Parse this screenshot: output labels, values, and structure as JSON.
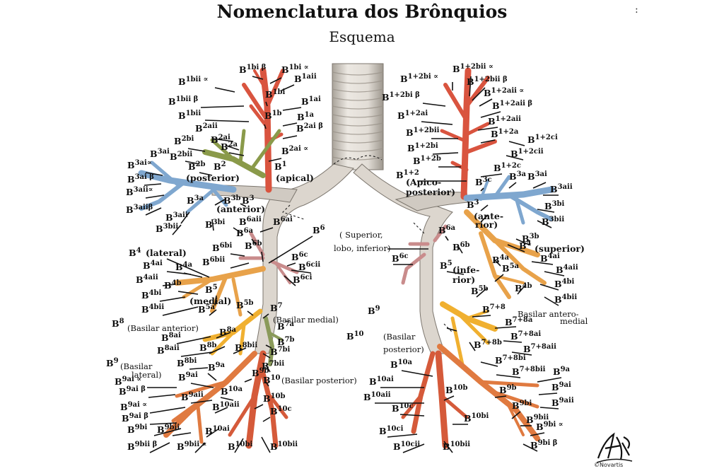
{
  "title": "Nomenclatura dos Brônquios",
  "subtitle": "Esquema",
  "corner_mark": ":",
  "credit": "©Novartis",
  "signature_text": "F. Netter",
  "colors": {
    "apical": "#d9543f",
    "posterior": "#8a9a4a",
    "anterior": "#7fa7cf",
    "superior": "#c98c8c",
    "lingula_middle": "#e8a24a",
    "basal_anterior": "#f0b030",
    "basal_medial": "#8a9a5a",
    "basal_lateral": "#e07a40",
    "basal_posterior": "#d55a3a",
    "trachea": "#d6d0c8"
  },
  "labels": {
    "r1bib": {
      "base": "B",
      "sup": "1bi β"
    },
    "r1bia": {
      "base": "B",
      "sup": "1bi ∝"
    },
    "r1bii_a": {
      "base": "B",
      "sup": "1bii ∝"
    },
    "r1aii": {
      "base": "B",
      "sup": "1aii"
    },
    "r1bi": {
      "base": "B",
      "sup": "1bi"
    },
    "r1bii_b": {
      "base": "B",
      "sup": "1bii β"
    },
    "r1ai": {
      "base": "B",
      "sup": "1ai"
    },
    "r1bii": {
      "base": "B",
      "sup": "1bii"
    },
    "r1b": {
      "base": "B",
      "sup": "1b"
    },
    "r1a": {
      "base": "B",
      "sup": "1a"
    },
    "r2aii": {
      "base": "B",
      "sup": "2aii"
    },
    "r2aib": {
      "base": "B",
      "sup": "2ai β"
    },
    "r2ai": {
      "base": "B",
      "sup": "2ai"
    },
    "r2bi": {
      "base": "B",
      "sup": "2bi"
    },
    "r2a": {
      "base": "B",
      "sup": "2a"
    },
    "r3ai": {
      "base": "B",
      "sup": "3ai"
    },
    "r2bii": {
      "base": "B",
      "sup": "2bii"
    },
    "r2aia": {
      "base": "B",
      "sup": "2ai ∝"
    },
    "r3aia": {
      "base": "B",
      "sup": "3ai∝"
    },
    "r2b": {
      "base": "B",
      "sup": "2b"
    },
    "r2": {
      "base": "B",
      "sup": "2"
    },
    "r1": {
      "base": "B",
      "sup": "1"
    },
    "r3aib": {
      "base": "B",
      "sup": "3ai β"
    },
    "r_posterior": "(posterior)",
    "r_apical": "(apical)",
    "r3aiia": {
      "base": "B",
      "sup": "3aii∝"
    },
    "r3a": {
      "base": "B",
      "sup": "3a"
    },
    "r3b": {
      "base": "B",
      "sup": "3b"
    },
    "r3": {
      "base": "B",
      "sup": "3"
    },
    "r3aiib": {
      "base": "B",
      "sup": "3aiiβ"
    },
    "r_anterior": "(anterior)",
    "r3aii": {
      "base": "B",
      "sup": "3aii"
    },
    "r6aii": {
      "base": "B",
      "sup": "6aii"
    },
    "r6ai": {
      "base": "B",
      "sup": "6ai"
    },
    "r3bii": {
      "base": "B",
      "sup": "3bii"
    },
    "r3bi": {
      "base": "B",
      "sup": "3bi"
    },
    "r6a": {
      "base": "B",
      "sup": "6a"
    },
    "r6": {
      "base": "B",
      "sup": "6"
    },
    "r6note": "( Superior,",
    "r6note2": "lobo, inferior)",
    "r6bi": {
      "base": "B",
      "sup": "6bi"
    },
    "r6b": {
      "base": "B",
      "sup": "6b"
    },
    "r4": {
      "base": "B",
      "sup": "4"
    },
    "r_lateral": "(lateral)",
    "r6bii": {
      "base": "B",
      "sup": "6bii"
    },
    "r6c": {
      "base": "B",
      "sup": "6c"
    },
    "r4ai": {
      "base": "B",
      "sup": "4ai"
    },
    "r4a": {
      "base": "B",
      "sup": "4a"
    },
    "r6cii": {
      "base": "B",
      "sup": "6cii"
    },
    "r4aii": {
      "base": "B",
      "sup": "4aii"
    },
    "r4b": {
      "base": "B",
      "sup": "4b"
    },
    "r6ci": {
      "base": "B",
      "sup": "6ci"
    },
    "r4bi": {
      "base": "B",
      "sup": "4bi"
    },
    "r5": {
      "base": "B",
      "sup": "5"
    },
    "r_medial": "(medial)",
    "r4bii": {
      "base": "B",
      "sup": "4bii"
    },
    "r5a": {
      "base": "B",
      "sup": "5a"
    },
    "r5b": {
      "base": "B",
      "sup": "5b"
    },
    "r7": {
      "base": "B",
      "sup": "7"
    },
    "r8": {
      "base": "B",
      "sup": "8"
    },
    "r8note": "(Basilar anterior)",
    "r7note": "(Basilar medial)",
    "r7a": {
      "base": "B",
      "sup": "7a"
    },
    "r8a": {
      "base": "B",
      "sup": "8a"
    },
    "r8ai": {
      "base": "B",
      "sup": "8ai"
    },
    "r7b": {
      "base": "B",
      "sup": "7b"
    },
    "r8b": {
      "base": "B",
      "sup": "8b"
    },
    "r8aii": {
      "base": "B",
      "sup": "8aii"
    },
    "r7bi": {
      "base": "B",
      "sup": "7bi"
    },
    "r8bii": {
      "base": "B",
      "sup": "8bii"
    },
    "r9": {
      "base": "B",
      "sup": "9"
    },
    "r9note": "(Basilar",
    "r9note2": "lateral)",
    "r8bi": {
      "base": "B",
      "sup": "8bi"
    },
    "r7bii": {
      "base": "B",
      "sup": "7bii"
    },
    "r9a": {
      "base": "B",
      "sup": "9a"
    },
    "r9aia": {
      "base": "B",
      "sup": "9ai ∝"
    },
    "r9ai": {
      "base": "B",
      "sup": "9ai"
    },
    "r9b": {
      "base": "B",
      "sup": "9b"
    },
    "r10": {
      "base": "B",
      "sup": "10"
    },
    "r10note": "(Basilar posterior)",
    "r9aib": {
      "base": "B",
      "sup": "9ai β"
    },
    "r10a": {
      "base": "B",
      "sup": "10a"
    },
    "r9aiia": {
      "base": "B",
      "sup": "9ai ∝"
    },
    "r9aii": {
      "base": "B",
      "sup": "9aii"
    },
    "r10b": {
      "base": "B",
      "sup": "10b"
    },
    "r9aiib": {
      "base": "B",
      "sup": "9ai β"
    },
    "r10aii": {
      "base": "B",
      "sup": "10aii"
    },
    "r10c": {
      "base": "B",
      "sup": "10c"
    },
    "r9bi": {
      "base": "B",
      "sup": "9bi"
    },
    "r9bii": {
      "base": "B",
      "sup": "9bii"
    },
    "r10ai": {
      "base": "B",
      "sup": "10ai"
    },
    "r9biib": {
      "base": "B",
      "sup": "9bii β"
    },
    "r9biia": {
      "base": "B",
      "sup": "9bii ∝"
    },
    "r10bi": {
      "base": "B",
      "sup": "10bi"
    },
    "r10bii": {
      "base": "B",
      "sup": "10bii"
    },
    "l12bia": {
      "base": "B",
      "sup": "1+2bi ∝"
    },
    "l12biia": {
      "base": "B",
      "sup": "1+2bii ∝"
    },
    "l12biib": {
      "base": "B",
      "sup": "1+2bii β"
    },
    "l12bib": {
      "base": "B",
      "sup": "1+2bi β"
    },
    "l12aiia": {
      "base": "B",
      "sup": "1+2aii ∝"
    },
    "l12aiib": {
      "base": "B",
      "sup": "1+2aii β"
    },
    "l12ai": {
      "base": "B",
      "sup": "1+2ai"
    },
    "l12aii": {
      "base": "B",
      "sup": "1+2aii"
    },
    "l12bii": {
      "base": "B",
      "sup": "1+2bii"
    },
    "l12a": {
      "base": "B",
      "sup": "1+2a"
    },
    "l12ci": {
      "base": "B",
      "sup": "1+2ci"
    },
    "l12bi": {
      "base": "B",
      "sup": "1+2bi"
    },
    "l12cii": {
      "base": "B",
      "sup": "1+2cii"
    },
    "l12b": {
      "base": "B",
      "sup": "1+2b"
    },
    "l12c": {
      "base": "B",
      "sup": "1+2c"
    },
    "l12": {
      "base": "B",
      "sup": "1+2"
    },
    "l_apico": "(Apico-",
    "l_posterior": "posterior)",
    "l3c": {
      "base": "B",
      "sup": "3c"
    },
    "l3a": {
      "base": "B",
      "sup": "3a"
    },
    "l3ai": {
      "base": "B",
      "sup": "3ai"
    },
    "l3aii": {
      "base": "B",
      "sup": "3aii"
    },
    "l3": {
      "base": "B",
      "sup": "3"
    },
    "l3bi": {
      "base": "B",
      "sup": "3bi"
    },
    "l_ante": "(ante-",
    "l_rior": "rior)",
    "l3bii": {
      "base": "B",
      "sup": "3bii"
    },
    "l6a": {
      "base": "B",
      "sup": "6a"
    },
    "l3b": {
      "base": "B",
      "sup": "3b"
    },
    "l6b": {
      "base": "B",
      "sup": "6b"
    },
    "l4": {
      "base": "B",
      "sup": "4"
    },
    "l_superior": "(superior)",
    "l6c": {
      "base": "B",
      "sup": "6c"
    },
    "l4ai": {
      "base": "B",
      "sup": "4ai"
    },
    "l4a": {
      "base": "B",
      "sup": "4a"
    },
    "l5": {
      "base": "B",
      "sup": "5"
    },
    "l_infe": "(infe-",
    "l4aii": {
      "base": "B",
      "sup": "4aii"
    },
    "l5a": {
      "base": "B",
      "sup": "5a"
    },
    "l_rior2": "rior)",
    "l4b": {
      "base": "B",
      "sup": "4b"
    },
    "l4bi": {
      "base": "B",
      "sup": "4bi"
    },
    "l5b": {
      "base": "B",
      "sup": "5b"
    },
    "l4bii": {
      "base": "B",
      "sup": "4bii"
    },
    "l9top": {
      "base": "B",
      "sup": "9"
    },
    "l78": {
      "base": "B",
      "sup": "7+8"
    },
    "l78note": "Basilar antero-",
    "l78note2": "medial",
    "l78a": {
      "base": "B",
      "sup": "7+8a"
    },
    "l10": {
      "base": "B",
      "sup": "10"
    },
    "l10note": "(Basilar",
    "l10note2": "posterior)",
    "l78ai": {
      "base": "B",
      "sup": "7+8ai"
    },
    "l78b": {
      "base": "B",
      "sup": "7+8b"
    },
    "l78aii": {
      "base": "B",
      "sup": "7+8aii"
    },
    "l78bi": {
      "base": "B",
      "sup": "7+8bi"
    },
    "l10a": {
      "base": "B",
      "sup": "10a"
    },
    "l78bii": {
      "base": "B",
      "sup": "7+8bii"
    },
    "l9a": {
      "base": "B",
      "sup": "9a"
    },
    "l10ai": {
      "base": "B",
      "sup": "10ai"
    },
    "l10b": {
      "base": "B",
      "sup": "10b"
    },
    "l9ai": {
      "base": "B",
      "sup": "9ai"
    },
    "l9b": {
      "base": "B",
      "sup": "9b"
    },
    "l10aii": {
      "base": "B",
      "sup": "10aii"
    },
    "l9aii": {
      "base": "B",
      "sup": "9aii"
    },
    "l10c": {
      "base": "B",
      "sup": "10c"
    },
    "l9bi": {
      "base": "B",
      "sup": "9bi"
    },
    "l10bi": {
      "base": "B",
      "sup": "10bi"
    },
    "l9bii": {
      "base": "B",
      "sup": "9bii"
    },
    "l10ci": {
      "base": "B",
      "sup": "10ci"
    },
    "l9bia": {
      "base": "B",
      "sup": "9bi ∝"
    },
    "l10cii": {
      "base": "B",
      "sup": "10cii"
    },
    "l10bii": {
      "base": "B",
      "sup": "10bii"
    },
    "l9bib": {
      "base": "B",
      "sup": "9bi β"
    }
  }
}
